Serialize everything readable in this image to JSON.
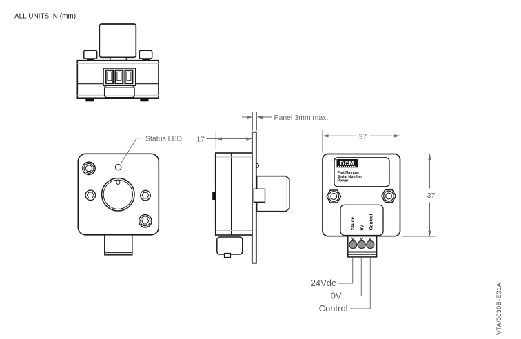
{
  "units_note": "ALL UNITS IN (mm)",
  "doc_number": "VTA/0030B-E01A",
  "colors": {
    "line": "#1c1c1c",
    "dimension": "#6f6f6f",
    "callout_text": "#5a5a5a",
    "screw_fill": "#8f8f8f"
  },
  "front_view": {
    "status_led_label": "Status LED"
  },
  "side_view": {
    "panel_label": "Panel 3mm max.",
    "depth_dim": "17"
  },
  "back_view": {
    "width_dim": "37",
    "height_dim": "37",
    "label_plate": {
      "logo": "DCM",
      "line1": "Part Number",
      "line2": "Serial Number",
      "line3": "Power"
    },
    "terminal_labels": {
      "t1": "24Vdc",
      "t2": "0V",
      "t3": "Control"
    }
  },
  "wiring": {
    "w1": "24Vdc",
    "w2": "0V",
    "w3": "Control"
  }
}
